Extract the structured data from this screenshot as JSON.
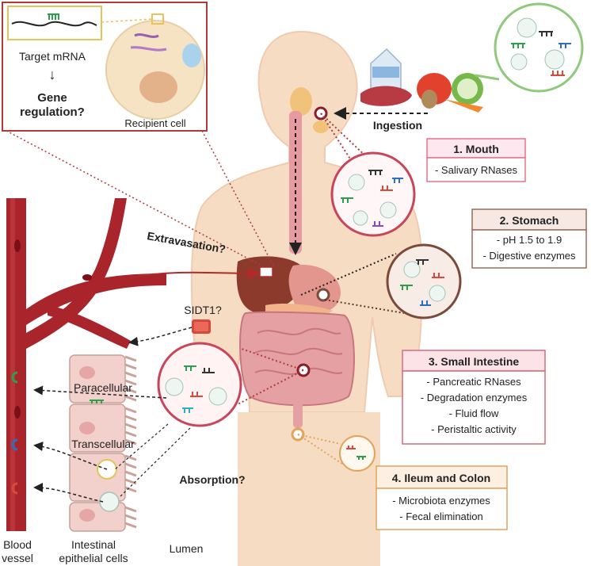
{
  "inset": {
    "target_label": "Target mRNA",
    "gene_regulation": "Gene\nregulation?",
    "recipient_cell": "Recipient cell"
  },
  "labels": {
    "ingestion": "Ingestion",
    "extravasation": "Extravasation?",
    "sidt1": "SIDT1?",
    "paracellular": "Paracellular",
    "transcellular": "Transcellular",
    "absorption": "Absorption?",
    "blood_vessel": "Blood\nvessel",
    "intestinal_cells": "Intestinal\nepithelial cells",
    "lumen": "Lumen"
  },
  "boxes": [
    {
      "title": "1. Mouth",
      "items": [
        "- Salivary RNases"
      ],
      "color": "#e8728a",
      "fill": "#fce8ee"
    },
    {
      "title": "2. Stomach",
      "items": [
        "- pH 1.5 to 1.9",
        "- Digestive enzymes"
      ],
      "color": "#9c6a5a",
      "fill": "#f6e8e2"
    },
    {
      "title": "3. Small Intestine",
      "items": [
        "- Pancreatic RNases",
        "- Degradation enzymes",
        "- Fluid flow",
        "- Peristaltic activity"
      ],
      "color": "#d96a7c",
      "fill": "#fbe3e8"
    },
    {
      "title": "4. Ileum and Colon",
      "items": [
        "- Microbiota enzymes",
        "- Fecal elimination"
      ],
      "color": "#e3a35a",
      "fill": "#fdf0e2"
    }
  ],
  "colors": {
    "skin": "#f7dcc4",
    "vessel": "#a9242b",
    "cells": "#f2d0cc",
    "intestine": "#e5a0a4",
    "liver": "#8b3a2c"
  }
}
